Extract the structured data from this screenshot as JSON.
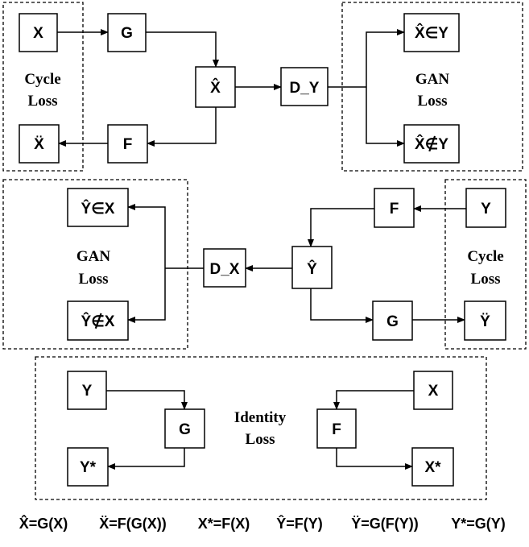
{
  "regions": {
    "cycle_loss_top": {
      "line1": "Cycle",
      "line2": "Loss"
    },
    "gan_loss_top": {
      "line1": "GAN",
      "line2": "Loss"
    },
    "gan_loss_mid": {
      "line1": "GAN",
      "line2": "Loss"
    },
    "cycle_loss_mid": {
      "line1": "Cycle",
      "line2": "Loss"
    },
    "identity_loss": {
      "line1": "Identity",
      "line2": "Loss"
    }
  },
  "nodes": {
    "top_x": "X",
    "top_g": "G",
    "top_xhat": "X̂",
    "top_dy": "D_Y",
    "top_xhat_in_y": "X̂∈Y",
    "top_xhat_notin_y": "X̂∉Y",
    "top_xddot": "Ẍ",
    "top_f": "F",
    "mid_y": "Y",
    "mid_f": "F",
    "mid_yhat": "Ŷ",
    "mid_dx": "D_X",
    "mid_yhat_in_x": "Ŷ∈X",
    "mid_yhat_notin_x": "Ŷ∉X",
    "mid_g": "G",
    "mid_yddot": "Ÿ",
    "id_y": "Y",
    "id_g": "G",
    "id_ystar": "Y*",
    "id_x": "X",
    "id_f": "F",
    "id_xstar": "X*"
  },
  "formulas": [
    "X̂=G(X)",
    "Ẍ=F(G(X))",
    "X*=F(X)",
    "Ŷ=F(Y)",
    "Ÿ=G(F(Y))",
    "Y*=G(Y)"
  ]
}
